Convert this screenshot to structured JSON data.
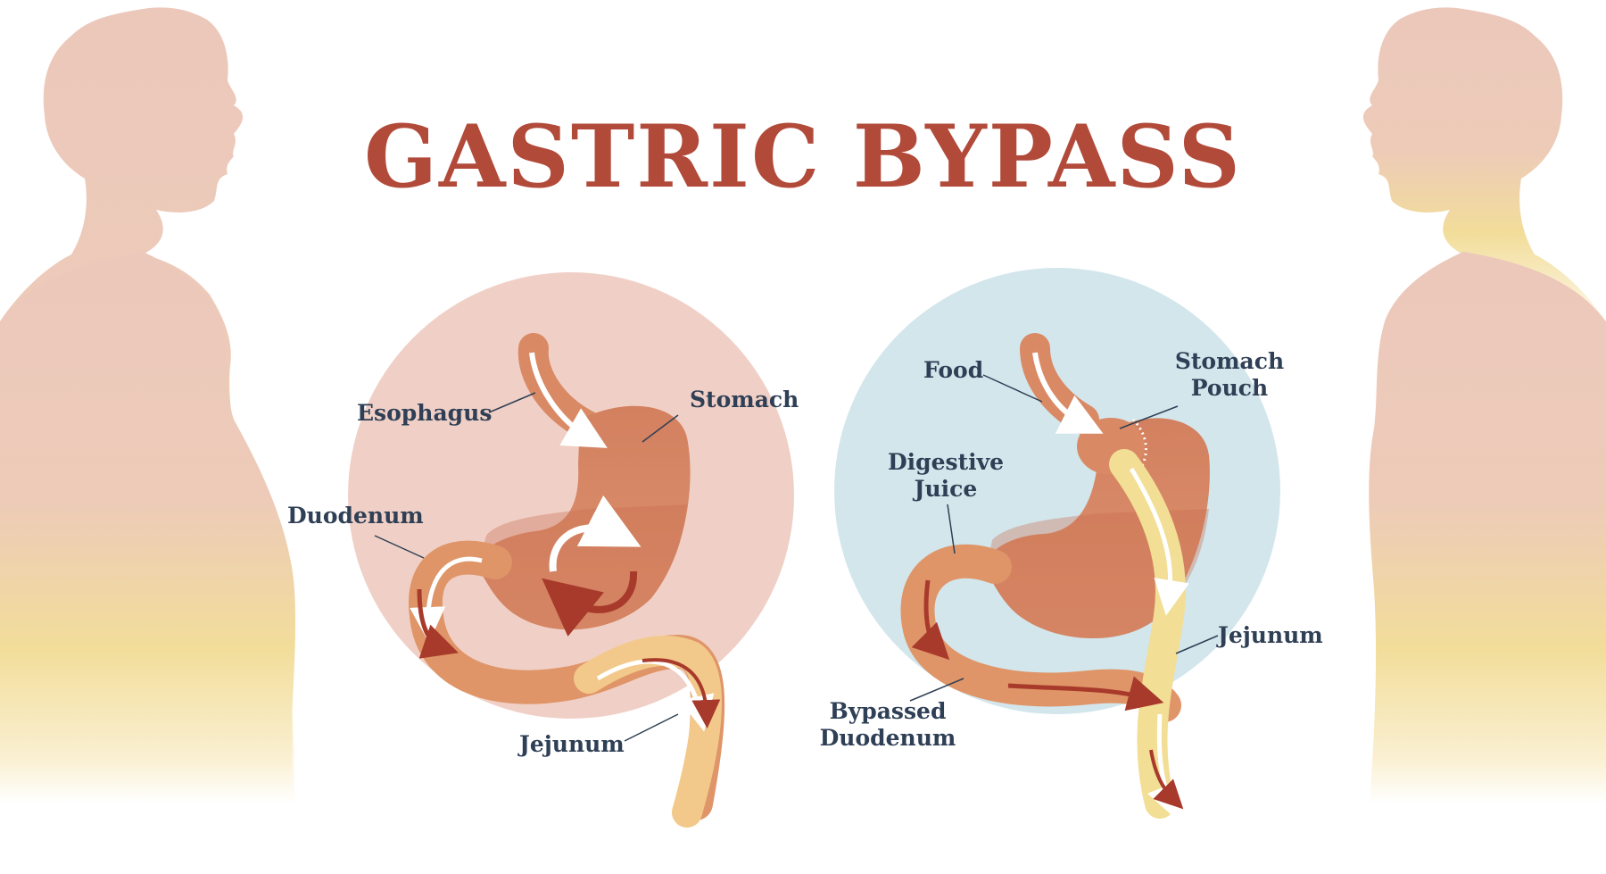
{
  "title": "GASTRIC BYPASS",
  "before": {
    "labels": {
      "esophagus": "Esophagus",
      "stomach": "Stomach",
      "duodenum": "Duodenum",
      "jejunum": "Jejunum"
    }
  },
  "after": {
    "labels": {
      "food": "Food",
      "stomach_pouch_1": "Stomach",
      "stomach_pouch_2": "Pouch",
      "digestive_juice_1": "Digestive",
      "digestive_juice_2": "Juice",
      "jejunum": "Jejunum",
      "bypassed_duodenum_1": "Bypassed",
      "bypassed_duodenum_2": "Duodenum"
    }
  },
  "colors": {
    "title": "#b24a3a",
    "label": "#2f3f55",
    "silhouette_top": "#ecc8bb",
    "silhouette_belly": "#f2dd9a",
    "circle_before": "#f0d0c6",
    "circle_after": "#d3e6ec",
    "stomach": "#d98a65",
    "stomach_dark": "#c86a4e",
    "intestine": "#df9568",
    "jejunum": "#f2c98a",
    "flow_arrow": "#ffffff",
    "juice_arrow": "#a83a2c"
  }
}
